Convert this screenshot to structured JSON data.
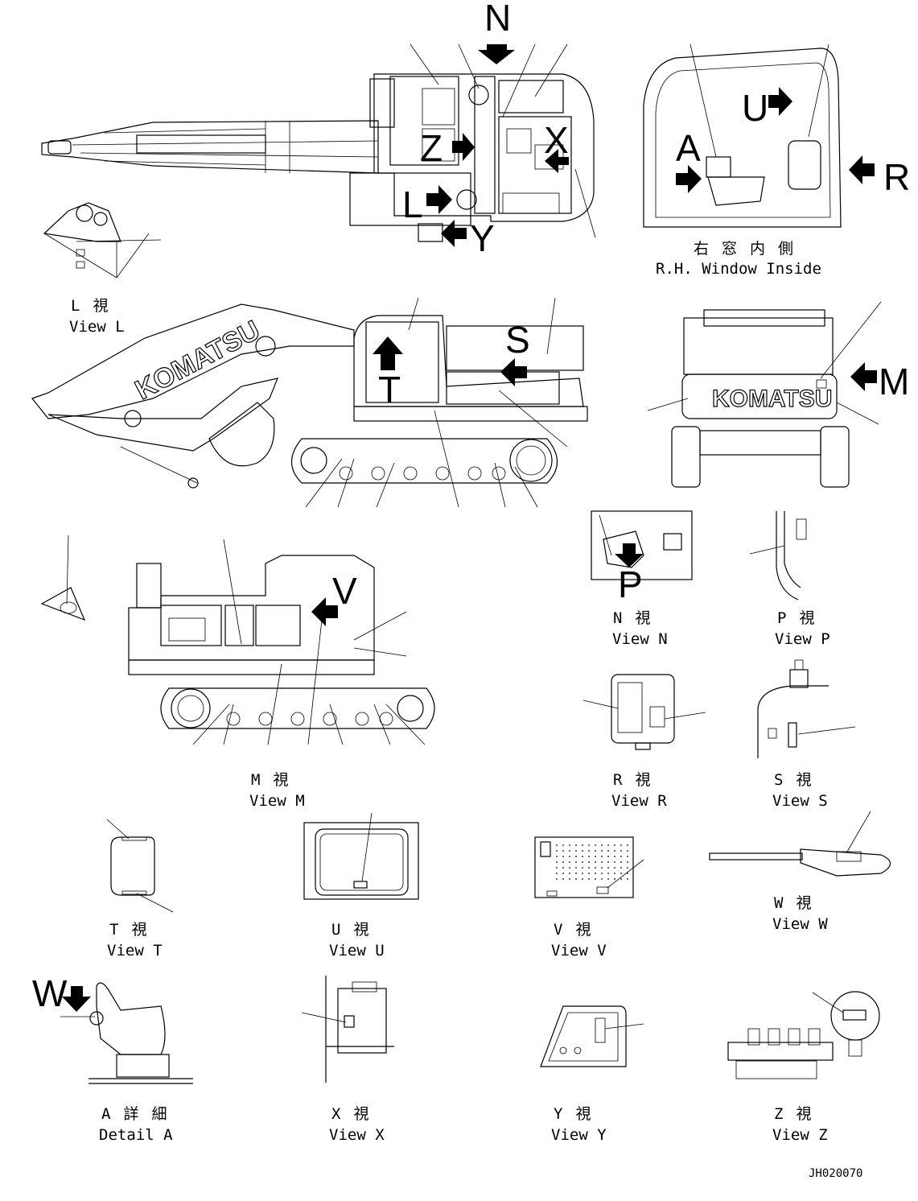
{
  "drawing_number": "JH020070",
  "arrow_letters": {
    "N": "N",
    "Z": "Z",
    "X": "X",
    "L": "L",
    "Y": "Y",
    "U": "U",
    "A": "A",
    "R": "R",
    "T": "T",
    "S": "S",
    "M": "M",
    "P": "P",
    "V": "V",
    "W": "W"
  },
  "brand": "KOMATSU",
  "views": {
    "rh_window": {
      "jp": "右窓内側",
      "en": "R.H. Window Inside"
    },
    "view_l": {
      "jp": "L視",
      "en": "View L"
    },
    "view_n": {
      "jp": "N視",
      "en": "View N"
    },
    "view_p": {
      "jp": "P視",
      "en": "View P"
    },
    "view_m": {
      "jp": "M視",
      "en": "View M"
    },
    "view_r": {
      "jp": "R視",
      "en": "View R"
    },
    "view_s": {
      "jp": "S視",
      "en": "View S"
    },
    "view_t": {
      "jp": "T視",
      "en": "View T"
    },
    "view_u": {
      "jp": "U視",
      "en": "View U"
    },
    "view_v": {
      "jp": "V視",
      "en": "View V"
    },
    "view_w": {
      "jp": "W視",
      "en": "View W"
    },
    "detail_a": {
      "jp": "A詳細",
      "en": "Detail A"
    },
    "view_x": {
      "jp": "X視",
      "en": "View X"
    },
    "view_y": {
      "jp": "Y視",
      "en": "View Y"
    },
    "view_z": {
      "jp": "Z視",
      "en": "View Z"
    }
  }
}
